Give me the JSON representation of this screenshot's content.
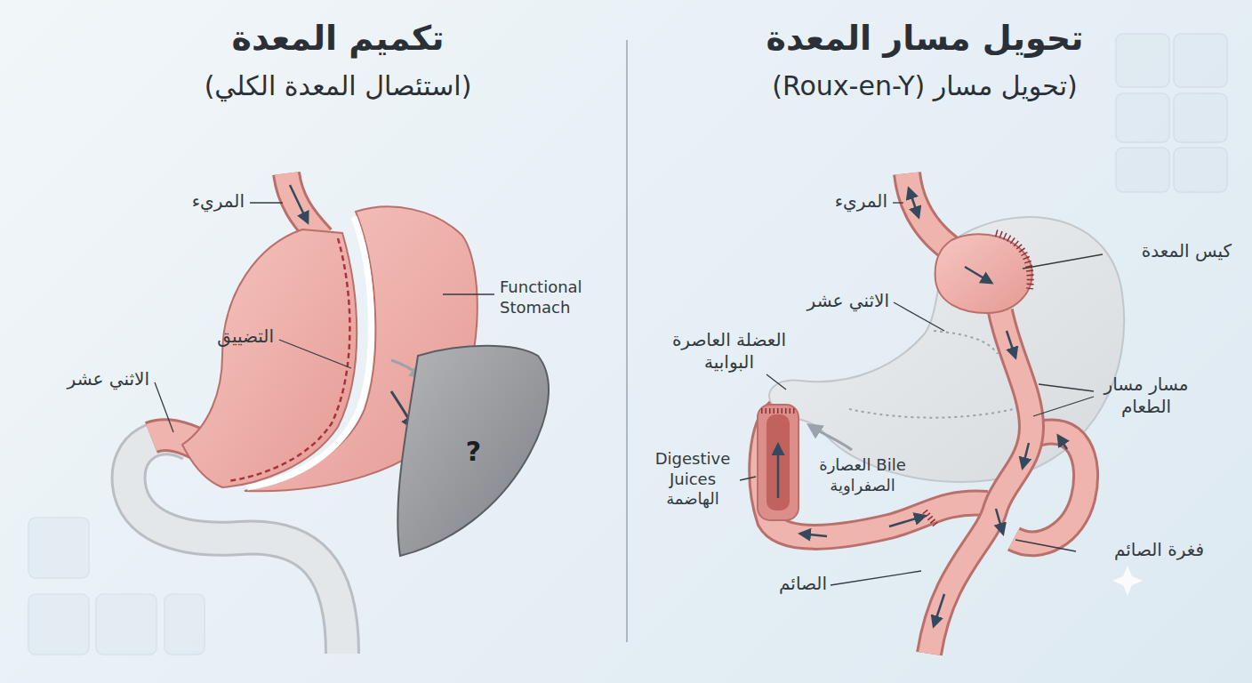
{
  "diagram": {
    "nodes": [
      {
        "text": [
          "?"
        ]
      }
    ],
    "labels": [
      "تكميم المعدة",
      "(استئصال المعدة الكلي)",
      "المريء",
      "Functional Stomach",
      "التضييق",
      "الاثني عشر",
      "تحويل مسار المعدة",
      "(تحويل مسار (Roux-en-Y)",
      "المريء",
      "كيس المعدة",
      "الاثني عشر",
      "العضلة العاصرة البوابية",
      "مسار مسار الطعام",
      "Digestive Juices الهاضمة",
      "Bile العصارة الصفراوية",
      "فغرة الصائم",
      "الصائم"
    ]
  }
}
